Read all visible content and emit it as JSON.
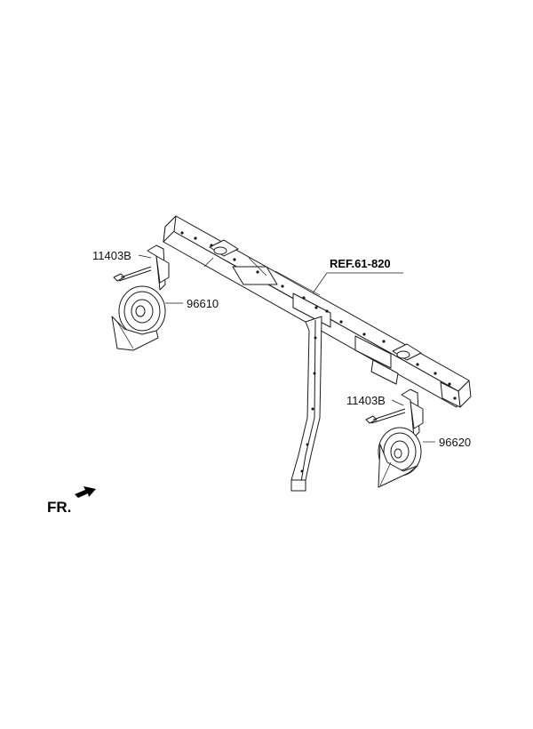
{
  "callouts": {
    "ref": "REF.61-820",
    "bolt_left": "11403B",
    "bolt_right": "11403B",
    "horn_left": "96610",
    "horn_right": "96620"
  },
  "direction": {
    "label": "FR."
  }
}
